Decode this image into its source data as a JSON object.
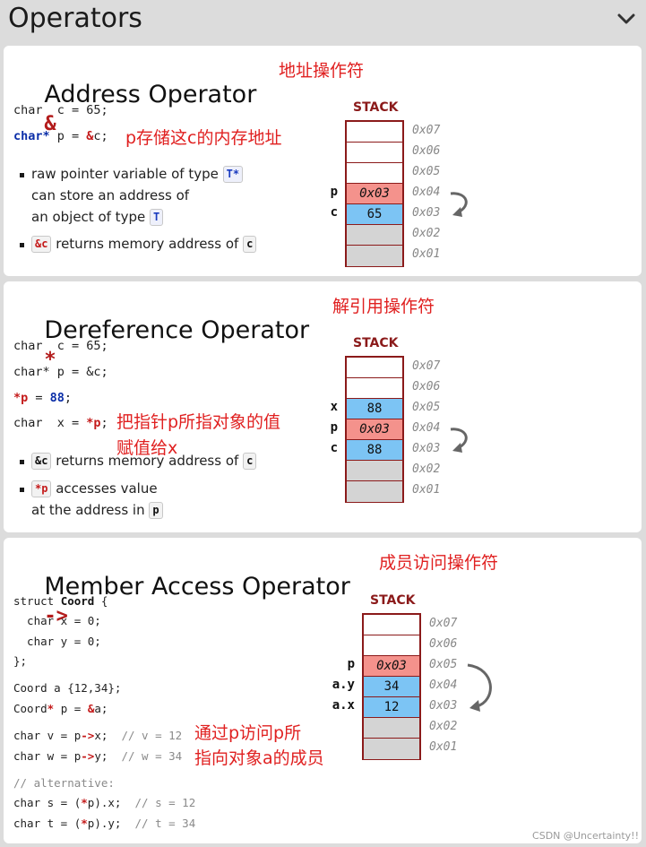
{
  "header": {
    "title": "Operators"
  },
  "address": {
    "title": "Address Operator",
    "op": "&",
    "annotation": "地址操作符",
    "code1": {
      "type": "char",
      "rest": "  c = 65;"
    },
    "code2": {
      "type": "char*",
      "mid": " p = ",
      "op": "&",
      "tail": "c;"
    },
    "code2_note": "p存储这c的内存地址",
    "bullet1": {
      "text1": "raw pointer variable of type",
      "chip1": "T*",
      "line2": "can store an address of",
      "line3": "an object of type",
      "chip2": "T"
    },
    "bullet2": {
      "chip1": "&c",
      "text": "returns memory address of",
      "chip2": "c"
    },
    "stack": {
      "title": "STACK",
      "cells": [
        {
          "addr": "0x07",
          "label": "",
          "value": "",
          "style": "white"
        },
        {
          "addr": "0x06",
          "label": "",
          "value": "",
          "style": "white"
        },
        {
          "addr": "0x05",
          "label": "",
          "value": "",
          "style": "white"
        },
        {
          "addr": "0x04",
          "label": "p",
          "value": "0x03",
          "style": "red"
        },
        {
          "addr": "0x03",
          "label": "c",
          "value": "65",
          "style": "blue"
        },
        {
          "addr": "0x02",
          "label": "",
          "value": "",
          "style": "gray"
        },
        {
          "addr": "0x01",
          "label": "",
          "value": "",
          "style": "gray"
        }
      ]
    }
  },
  "deref": {
    "title": "Dereference Operator",
    "op": "*",
    "annotation": "解引用操作符",
    "code1": "char  c = 65;",
    "code2": "char* p = &c;",
    "code3": {
      "op": "*p",
      "mid": " = ",
      "num": "88",
      "tail": ";"
    },
    "code4": {
      "pre": "char  x = ",
      "op": "*p",
      "tail": ";"
    },
    "note1": "把指针p所指对象的值",
    "note2": "赋值给x",
    "bullet1": {
      "chip1": "&c",
      "text": "returns memory address of",
      "chip2": "c"
    },
    "bullet2": {
      "chip1": "*p",
      "text": "accesses value",
      "line2": "at the address in",
      "chip2": "p"
    },
    "stack": {
      "title": "STACK",
      "cells": [
        {
          "addr": "0x07",
          "label": "",
          "value": "",
          "style": "white"
        },
        {
          "addr": "0x06",
          "label": "",
          "value": "",
          "style": "white"
        },
        {
          "addr": "0x05",
          "label": "x",
          "value": "88",
          "style": "blue"
        },
        {
          "addr": "0x04",
          "label": "p",
          "value": "0x03",
          "style": "red"
        },
        {
          "addr": "0x03",
          "label": "c",
          "value": "88",
          "style": "blue"
        },
        {
          "addr": "0x02",
          "label": "",
          "value": "",
          "style": "gray"
        },
        {
          "addr": "0x01",
          "label": "",
          "value": "",
          "style": "gray"
        }
      ]
    }
  },
  "member": {
    "title": "Member Access Operator",
    "op": "->",
    "annotation": "成员访问操作符",
    "s1": {
      "pre": "struct ",
      "name": "Coord",
      "tail": " {"
    },
    "s2": "  char x = 0;",
    "s3": "  char y = 0;",
    "s4": "};",
    "s5": "Coord a {12,34};",
    "s6": {
      "pre": "Coord",
      "op": "*",
      "mid": " p = ",
      "op2": "&",
      "tail": "a;"
    },
    "s7": {
      "pre": "char v = p",
      "op": "->",
      "tail": "x;",
      "cmt": "  // v = 12"
    },
    "s8": {
      "pre": "char w = p",
      "op": "->",
      "tail": "y;",
      "cmt": "  // w = 34"
    },
    "note1": "通过p访问p所",
    "note2": "指向对象a的成员",
    "s9": "// alternative:",
    "s10": {
      "pre": "char s = (",
      "op": "*",
      "tail": "p).x;",
      "cmt": "  // s = 12"
    },
    "s11": {
      "pre": "char t = (",
      "op": "*",
      "tail": "p).y;",
      "cmt": "  // t = 34"
    },
    "stack": {
      "title": "STACK",
      "cells": [
        {
          "addr": "0x07",
          "label": "",
          "value": "",
          "style": "white"
        },
        {
          "addr": "0x06",
          "label": "",
          "value": "",
          "style": "white"
        },
        {
          "addr": "0x05",
          "label": "p",
          "value": "0x03",
          "style": "red"
        },
        {
          "addr": "0x04",
          "label": "a.y",
          "value": "34",
          "style": "blue"
        },
        {
          "addr": "0x03",
          "label": "a.x",
          "value": "12",
          "style": "blue"
        },
        {
          "addr": "0x02",
          "label": "",
          "value": "",
          "style": "gray"
        },
        {
          "addr": "0x01",
          "label": "",
          "value": "",
          "style": "gray"
        }
      ]
    }
  },
  "watermark": "CSDN @Uncertainty!!"
}
